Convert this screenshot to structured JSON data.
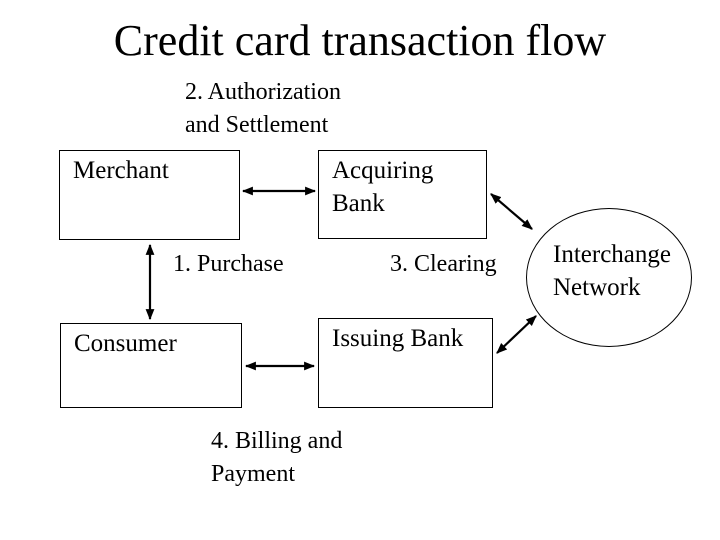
{
  "slide": {
    "title": "Credit card transaction flow",
    "background_color": "#ffffff",
    "text_color": "#000000",
    "line_color": "#000000"
  },
  "annotations": {
    "authorization": "2. Authorization\nand Settlement",
    "purchase": "1. Purchase",
    "clearing": "3. Clearing",
    "billing": "4. Billing and\nPayment"
  },
  "nodes": {
    "merchant": {
      "label": "Merchant",
      "shape": "rectangle"
    },
    "acquiring_bank": {
      "label": "Acquiring\nBank",
      "shape": "rectangle"
    },
    "consumer": {
      "label": "Consumer",
      "shape": "rectangle"
    },
    "issuing_bank": {
      "label": "Issuing Bank",
      "shape": "rectangle"
    },
    "interchange_network": {
      "label": "Interchange\nNetwork",
      "shape": "ellipse"
    }
  },
  "connections": [
    {
      "from": "merchant",
      "to": "acquiring_bank",
      "type": "double-arrow"
    },
    {
      "from": "merchant",
      "to": "consumer",
      "type": "double-arrow"
    },
    {
      "from": "consumer",
      "to": "issuing_bank",
      "type": "double-arrow"
    },
    {
      "from": "acquiring_bank",
      "to": "interchange_network",
      "type": "double-arrow"
    },
    {
      "from": "issuing_bank",
      "to": "interchange_network",
      "type": "double-arrow"
    }
  ]
}
